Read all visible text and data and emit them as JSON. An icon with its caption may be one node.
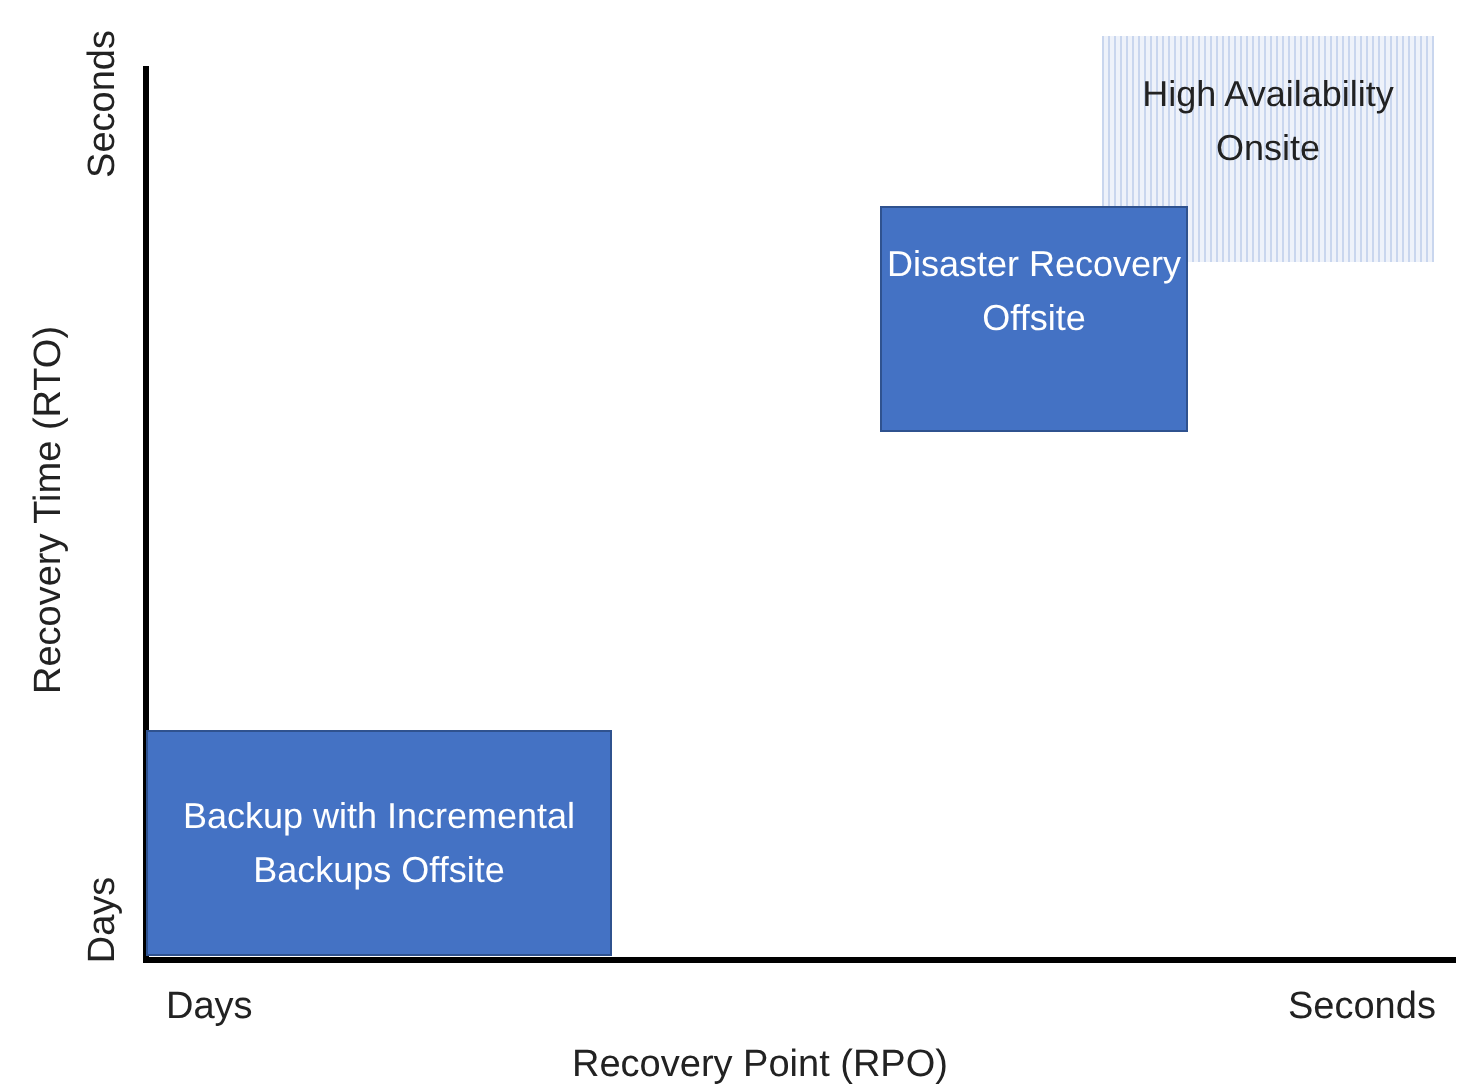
{
  "diagram": {
    "nodes": [
      {
        "text": [
          "High Availability Onsite"
        ]
      },
      {
        "text": [
          "Disaster Recovery Offsite"
        ]
      },
      {
        "text": [
          "Backup with Incremental Backups Offsite"
        ]
      }
    ],
    "labels": [
      "Seconds",
      "Recovery Time (RTO)",
      "Days",
      "Days",
      "Seconds",
      "Recovery Point (RPO)"
    ]
  }
}
